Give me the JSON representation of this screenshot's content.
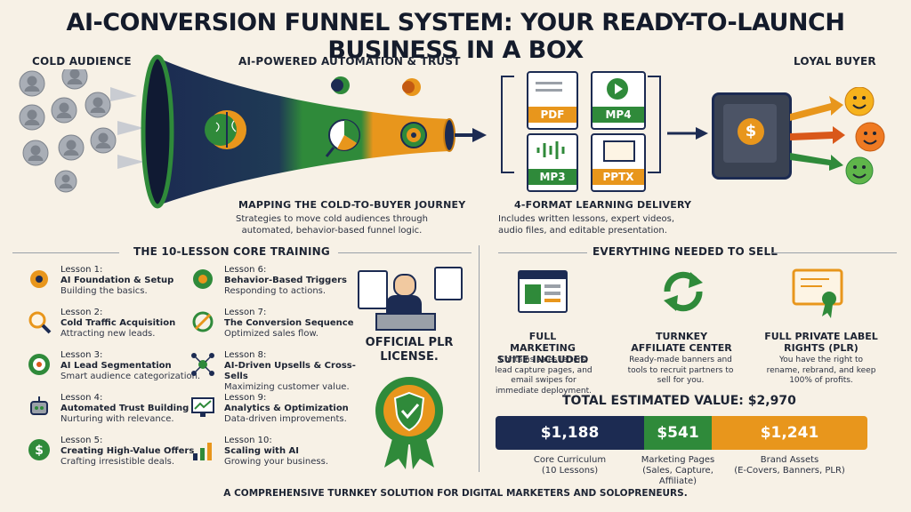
{
  "title": "AI-CONVERSION FUNNEL SYSTEM: YOUR READY-TO-LAUNCH BUSINESS IN A BOX",
  "top": {
    "cold_audience": "COLD AUDIENCE",
    "automation": "AI-POWERED AUTOMATION & TRUST",
    "loyal_buyer": "LOYAL BUYER",
    "formats": [
      "PDF",
      "MP4",
      "MP3",
      "PPTX"
    ],
    "journey_title": "MAPPING THE COLD-TO-BUYER JOURNEY",
    "journey_desc": "Strategies to move cold audiences through automated, behavior-based funnel logic.",
    "delivery_title": "4-FORMAT LEARNING DELIVERY",
    "delivery_desc": "Includes written lessons, expert videos, audio files, and editable presentation."
  },
  "training": {
    "heading": "THE 10-LESSON CORE TRAINING",
    "lessons": [
      {
        "num": "Lesson 1:",
        "name": "AI Foundation & Setup",
        "desc": "Building the basics.",
        "icon": "gear-icon"
      },
      {
        "num": "Lesson 2:",
        "name": "Cold Traffic Acquisition",
        "desc": "Attracting new leads.",
        "icon": "magnifier-icon"
      },
      {
        "num": "Lesson 3:",
        "name": "AI Lead Segmentation",
        "desc": "Smart audience categorization.",
        "icon": "target-icon"
      },
      {
        "num": "Lesson 4:",
        "name": "Automated Trust Building",
        "desc": "Nurturing with relevance.",
        "icon": "robot-icon"
      },
      {
        "num": "Lesson 5:",
        "name": "Creating High-Value Offers",
        "desc": "Crafting irresistible deals.",
        "icon": "money-badge-icon"
      },
      {
        "num": "Lesson 6:",
        "name": "Behavior-Based Triggers",
        "desc": "Responding to actions.",
        "icon": "trigger-gear-icon"
      },
      {
        "num": "Lesson 7:",
        "name": "The Conversion Sequence",
        "desc": "Optimized sales flow.",
        "icon": "cycle-arrow-icon"
      },
      {
        "num": "Lesson 8:",
        "name": "AI-Driven Upsells & Cross-Sells",
        "desc": "Maximizing customer value.",
        "icon": "network-icon"
      },
      {
        "num": "Lesson 9:",
        "name": "Analytics & Optimization",
        "desc": "Data-driven improvements.",
        "icon": "analytics-monitor-icon"
      },
      {
        "num": "Lesson 10:",
        "name": "Scaling with AI",
        "desc": "Growing your business.",
        "icon": "growth-chart-icon"
      }
    ],
    "plr_license": "OFFICIAL PLR LICENSE."
  },
  "sell": {
    "heading": "EVERYTHING NEEDED TO SELL",
    "features": [
      {
        "title": "FULL MARKETING SUITE INCLUDED",
        "desc": "Contains sales letters, lead capture pages, and email swipes for immediate deployment.",
        "icon": "browser-pages-icon"
      },
      {
        "title": "TURNKEY AFFILIATE CENTER",
        "desc": "Ready-made banners and tools to recruit partners to sell for you.",
        "icon": "refresh-arrows-icon"
      },
      {
        "title": "FULL PRIVATE LABEL RIGHTS (PLR)",
        "desc": "You have the right to rename, rebrand, and keep 100% of profits.",
        "icon": "certificate-icon"
      }
    ],
    "total_label": "TOTAL ESTIMATED VALUE: $2,970",
    "segments": [
      {
        "value": "$1,188",
        "amount": 1188,
        "label1": "Core Curriculum",
        "label2": "(10 Lessons)",
        "color": "#1c2b52"
      },
      {
        "value": "$541",
        "amount": 541,
        "label1": "Marketing Pages",
        "label2": "(Sales, Capture, Affiliate)",
        "color": "#2f8a3a"
      },
      {
        "value": "$1,241",
        "amount": 1241,
        "label1": "Brand Assets",
        "label2": "(E-Covers, Banners, PLR)",
        "color": "#e8961c"
      }
    ]
  },
  "footer": "A COMPREHENSIVE TURNKEY SOLUTION FOR DIGITAL MARKETERS AND SOLOPRENEURS.",
  "colors": {
    "navy": "#1c2b52",
    "green": "#2f8a3a",
    "orange": "#e8961c",
    "background": "#f7f1e6"
  }
}
